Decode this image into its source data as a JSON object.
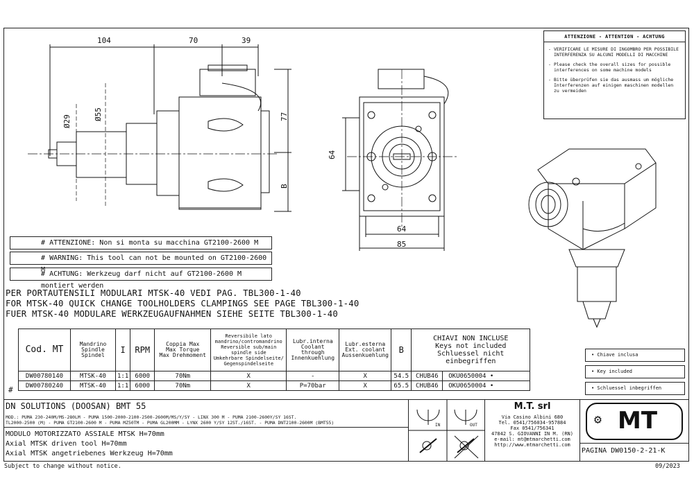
{
  "dims": {
    "d104": "104",
    "d70": "70",
    "d39": "39",
    "d29": "Ø29",
    "d55": "Ø55",
    "d77": "77",
    "dB": "B",
    "d64v": "64",
    "d64h": "64",
    "d85": "85"
  },
  "warning_box": {
    "title": "ATTENZIONE - ATTENTION - ACHTUNG",
    "it": "VERIFICARE LE MISURE DI INGOMBRO PER POSSIBILE INTERFERENZA SU ALCUNI MODELLI DI MACCHINE",
    "en": "Please check the overall sizes for possible interferences on some machine models",
    "de": "Bitte überprüfen sie das ausmass um mögliche Interferenzen auf einigen maschinen modellen zu vermeiden"
  },
  "notes": {
    "it": "ATTENZIONE: Non si monta su macchina GT2100-2600 M",
    "en": "WARNING: This tool can not be mounted on GT2100-2600 M",
    "de": "ACHTUNG: Werkzeug darf nicht auf GT2100-2600 M montiert werden",
    "hash": "#"
  },
  "info": {
    "l1": "PER PORTAUTENSILI MODULARI MTSK-40 VEDI PAG. TBL300-1-40",
    "l2": "FOR MTSK-40 QUICK CHANGE TOOLHOLDERS CLAMPINGS SEE PAGE TBL300-1-40",
    "l3": "FUER MTSK-40 MODULARE WERKZEUGAUFNAHMEN SIEHE SEITE TBL300-1-40"
  },
  "table": {
    "headers": {
      "code": "Cod. MT",
      "spindle": [
        "Mandrino",
        "Spindle",
        "Spindel"
      ],
      "ratio": "I",
      "rpm": "RPM",
      "torque": [
        "Coppia Max",
        "Max Torque",
        "Max Drehmoment"
      ],
      "reversible": [
        "Reversibile lato",
        "mandrino/contromandrino",
        "Reversible sub/main",
        "spindle side",
        "Umkehrbare Spindelseite/",
        "Gegenspindelseite"
      ],
      "internal": [
        "Lubr.interna",
        "Coolant through",
        "Innenkuehlung"
      ],
      "external": [
        "Lubr.esterna",
        "Ext. coolant",
        "Aussenkuehlung"
      ],
      "b": "B",
      "keys": [
        "CHIAVI NON INCLUSE",
        "Keys not included",
        "Schluessel nicht einbegriffen"
      ]
    },
    "rows": [
      {
        "mark": "",
        "code": "DW00780140",
        "spindle": "MTSK-40",
        "ratio": "1:1",
        "rpm": "6000",
        "torque": "70Nm",
        "reversible": "X",
        "internal": "-",
        "external": "X",
        "b": "54.5",
        "key1": "CHUB46",
        "key2": "OKU0650004",
        "dot": "•"
      },
      {
        "mark": "#",
        "code": "DW00780240",
        "spindle": "MTSK-40",
        "ratio": "1:1",
        "rpm": "6000",
        "torque": "70Nm",
        "reversible": "X",
        "internal": "P=70bar",
        "external": "X",
        "b": "65.5",
        "key1": "CHUB46",
        "key2": "OKU0650004",
        "dot": "•"
      }
    ]
  },
  "legend": {
    "included": "• Chiave inclusa",
    "included_en": "• Key included",
    "included_de": "• Schluessel inbegriffen"
  },
  "title_block": {
    "machine": "DN SOLUTIONS (DOOSAN)   BMT 55",
    "models1": "MOD.: PUMA 230-240M/MS-280LM - PUMA 1500-2000-2100-2500-2600M/MS/Y/SY - LINX 300 M - PUMA 2100-2600Y/SY 16ST.",
    "models2": "TL2000-2500 (M) - PUMA GT2100-2600 M - PUMA MZ50TM - PUMA GL200MM - LYNX 2600 Y/SY 12ST./16ST. - PUMA DNT2100-2600M (BMT55)",
    "desc_it": "MODULO MOTORIZZATO ASSIALE MTSK H=70mm",
    "desc_en": "Axial MTSK driven tool H=70mm",
    "desc_de": "Axial MTSK angetriebenes Werkzeug H=70mm",
    "in_label": "IN",
    "out_label": "OUT",
    "company": "M.T. srl",
    "addr1": "Via Casino Albini 680",
    "addr2": "Tel. 0541/756034-957884",
    "addr3": "Fax 0541/756341",
    "addr4": "47842 S. GIOVANNI IN M. (RN)",
    "addr5": "e-mail: mt@mtmarchetti.com",
    "addr6": "http://www.mtmarchetti.com",
    "logo": "MT",
    "page": "PAGINA DW0150-2-21-K"
  },
  "footer": {
    "left": "Subject to change without notice.",
    "right": "09/2023"
  }
}
